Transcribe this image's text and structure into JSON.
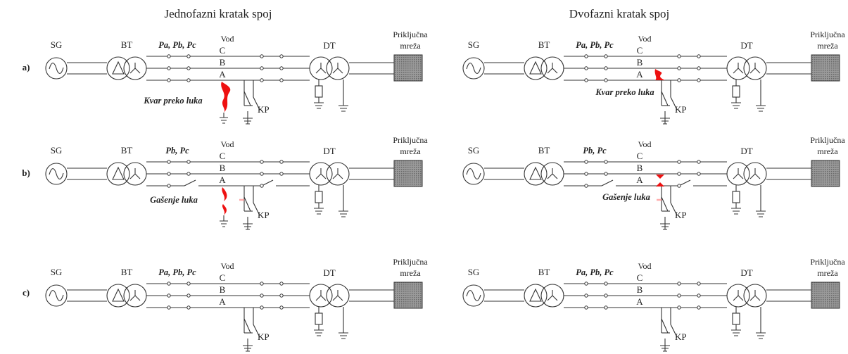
{
  "titles": {
    "left": "Jednofazni kratak spoj",
    "right": "Dvofazni kratak spoj"
  },
  "row_labels": [
    "a)",
    "b)",
    "c)"
  ],
  "labels": {
    "sg": "SG",
    "bt": "BT",
    "dt": "DT",
    "vod": "Vod",
    "kp": "KP",
    "phase_c": "C",
    "phase_b": "B",
    "phase_a": "A",
    "grid_line1": "Priključna",
    "grid_line2": "mreža"
  },
  "panels": [
    {
      "pole": "Pa, Pb, Pc",
      "note": "Kvar preko luka"
    },
    {
      "pole": "Pa, Pb, Pc",
      "note": "Kvar preko luka"
    },
    {
      "pole": "Pb, Pc",
      "note": "Gašenje luka"
    },
    {
      "pole": "Pb, Pc",
      "note": "Gašenje luka"
    },
    {
      "pole": "Pa, Pb, Pc",
      "note": ""
    },
    {
      "pole": "Pa, Pb, Pc",
      "note": ""
    }
  ],
  "colors": {
    "arc": "#ee1111",
    "wire": "#333333",
    "grid_fill": "#8a8a8a"
  }
}
